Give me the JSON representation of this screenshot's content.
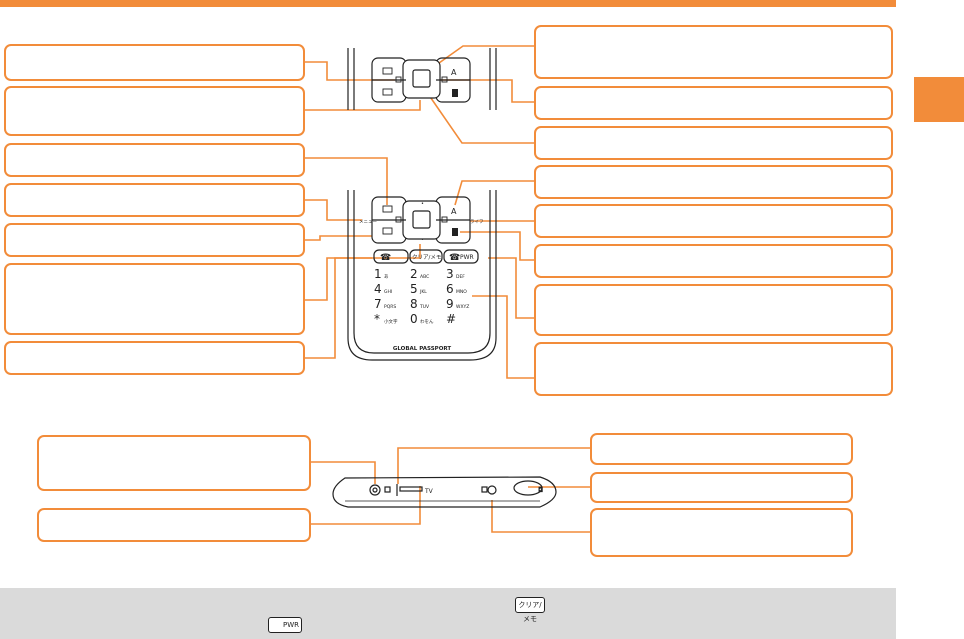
{
  "colors": {
    "accent": "#f28c3a",
    "footer_bg": "#dadada",
    "phone_stroke": "#222222"
  },
  "phone_front": {
    "brand": "GLOBAL PASSPORT",
    "keypad_labels": {
      "clear_key": "クリア/メモ",
      "power_key": "PWR",
      "digits": [
        {
          "num": "1",
          "sub": "あ"
        },
        {
          "num": "2",
          "sub": "ABC"
        },
        {
          "num": "3",
          "sub": "DEF"
        },
        {
          "num": "4",
          "sub": "GHI"
        },
        {
          "num": "5",
          "sub": "JKL"
        },
        {
          "num": "6",
          "sub": "MNO"
        },
        {
          "num": "7",
          "sub": "PQRS"
        },
        {
          "num": "8",
          "sub": "TUV"
        },
        {
          "num": "9",
          "sub": "WXYZ"
        },
        {
          "num": "*",
          "sub": "小文字"
        },
        {
          "num": "0",
          "sub": "わをん"
        },
        {
          "num": "#",
          "sub": ""
        }
      ],
      "left_soft_label": "メニュー",
      "right_soft_label": "ライフ"
    }
  },
  "phone_side": {
    "tv_label": "TV"
  },
  "footer": {
    "clear_key_icon_label": "クリア/メモ",
    "power_key_icon_label": "PWR"
  }
}
